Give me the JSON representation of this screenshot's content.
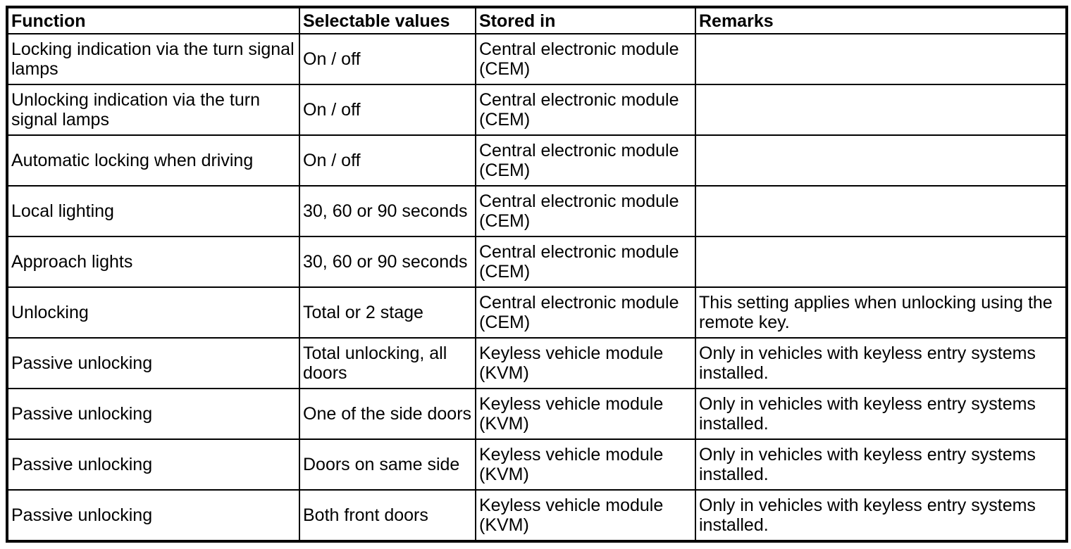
{
  "table": {
    "columns": [
      {
        "key": "function",
        "label": "Function"
      },
      {
        "key": "selectable_values",
        "label": "Selectable values"
      },
      {
        "key": "stored_in",
        "label": "Stored in"
      },
      {
        "key": "remarks",
        "label": "Remarks"
      }
    ],
    "rows": [
      {
        "function": "Locking indication via the turn signal lamps",
        "selectable_values": "On / off",
        "stored_in": "Central electronic module (CEM)",
        "remarks": ""
      },
      {
        "function": "Unlocking indication via the turn signal lamps",
        "selectable_values": "On / off",
        "stored_in": "Central electronic module (CEM)",
        "remarks": ""
      },
      {
        "function": "Automatic locking when driving",
        "selectable_values": "On / off",
        "stored_in": "Central electronic module (CEM)",
        "remarks": ""
      },
      {
        "function": "Local lighting",
        "selectable_values": "30, 60 or 90 seconds",
        "stored_in": "Central electronic module (CEM)",
        "remarks": ""
      },
      {
        "function": "Approach lights",
        "selectable_values": "30, 60 or 90 seconds",
        "stored_in": "Central electronic module (CEM)",
        "remarks": ""
      },
      {
        "function": "Unlocking",
        "selectable_values": "Total or 2 stage",
        "stored_in": "Central electronic module (CEM)",
        "remarks": "This setting applies when unlocking using the remote key."
      },
      {
        "function": "Passive unlocking",
        "selectable_values": "Total unlocking, all doors",
        "stored_in": "Keyless vehicle module (KVM)",
        "remarks": "Only in vehicles with keyless entry systems installed."
      },
      {
        "function": "Passive unlocking",
        "selectable_values": "One of the side doors",
        "stored_in": "Keyless vehicle module (KVM)",
        "remarks": "Only in vehicles with keyless entry systems installed."
      },
      {
        "function": "Passive unlocking",
        "selectable_values": "Doors on same side",
        "stored_in": "Keyless vehicle module (KVM)",
        "remarks": "Only in vehicles with keyless entry systems installed."
      },
      {
        "function": "Passive unlocking",
        "selectable_values": "Both front doors",
        "stored_in": "Keyless vehicle module (KVM)",
        "remarks": "Only in vehicles with keyless entry systems installed."
      }
    ],
    "style": {
      "border_color": "#000000",
      "background_color": "#ffffff",
      "text_color": "#000000"
    }
  }
}
